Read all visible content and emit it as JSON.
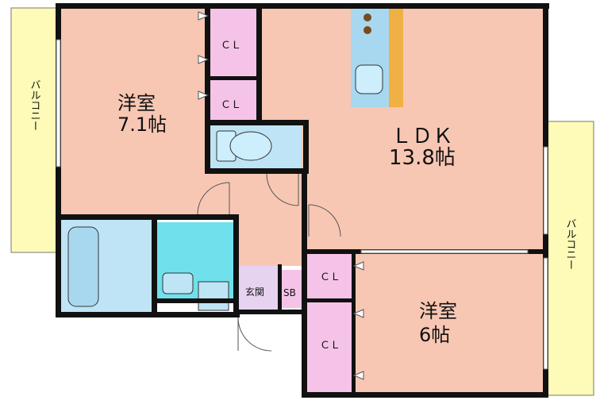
{
  "plan": {
    "rooms": {
      "western1": {
        "name": "洋室",
        "size": "7.1帖"
      },
      "ldk": {
        "name": "ＬＤＫ",
        "size": "13.8帖"
      },
      "western2": {
        "name": "洋室",
        "size": "6帖"
      }
    },
    "closet_label": "ＣＬ",
    "entrance_label": "玄関",
    "shoebox_label": "SB",
    "balcony_label": "バルコニー"
  },
  "colors": {
    "room": "#f7c7b3",
    "closet": "#f6c3e8",
    "balcony": "#fdfbb7",
    "bath": "#a8d8f0",
    "washroom": "#bfe4f5",
    "toilet_room": "#6fe0ec",
    "entrance": "#e6d3ef",
    "kitchen": "#a8d8f0",
    "counter": "#f0b044",
    "wall": "#111111"
  }
}
